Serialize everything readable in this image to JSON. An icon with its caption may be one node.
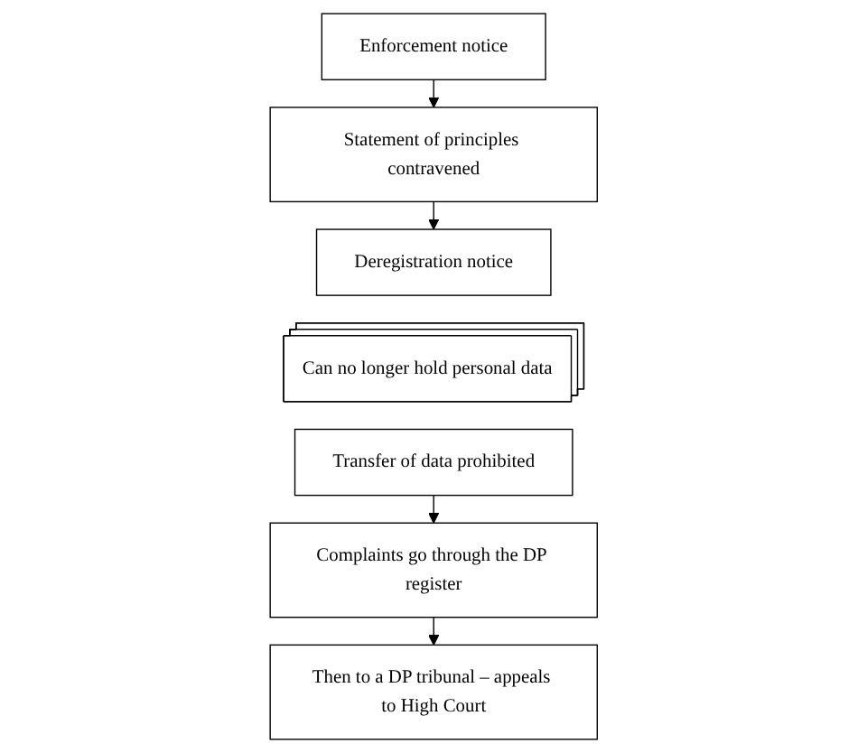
{
  "diagram": {
    "nodes": [
      {
        "text": [
          "Enforcement notice"
        ]
      },
      {
        "text": [
          "Statement of principles contravened"
        ]
      },
      {
        "text": [
          "Deregistration notice"
        ]
      },
      {
        "text": [
          "Can no longer hold personal data"
        ]
      },
      {
        "text": [
          "Transfer of data prohibited"
        ]
      },
      {
        "text": [
          "Complaints go through the DP register"
        ]
      },
      {
        "text": [
          "Then to a DP tribunal – appeals to High Court"
        ]
      }
    ],
    "edges": [
      {
        "from": 0,
        "to": 1,
        "arrow": "to"
      },
      {
        "from": 1,
        "to": 2,
        "arrow": "to"
      },
      {
        "from": 4,
        "to": 5,
        "arrow": "to"
      },
      {
        "from": 5,
        "to": 6,
        "arrow": "to"
      }
    ]
  }
}
